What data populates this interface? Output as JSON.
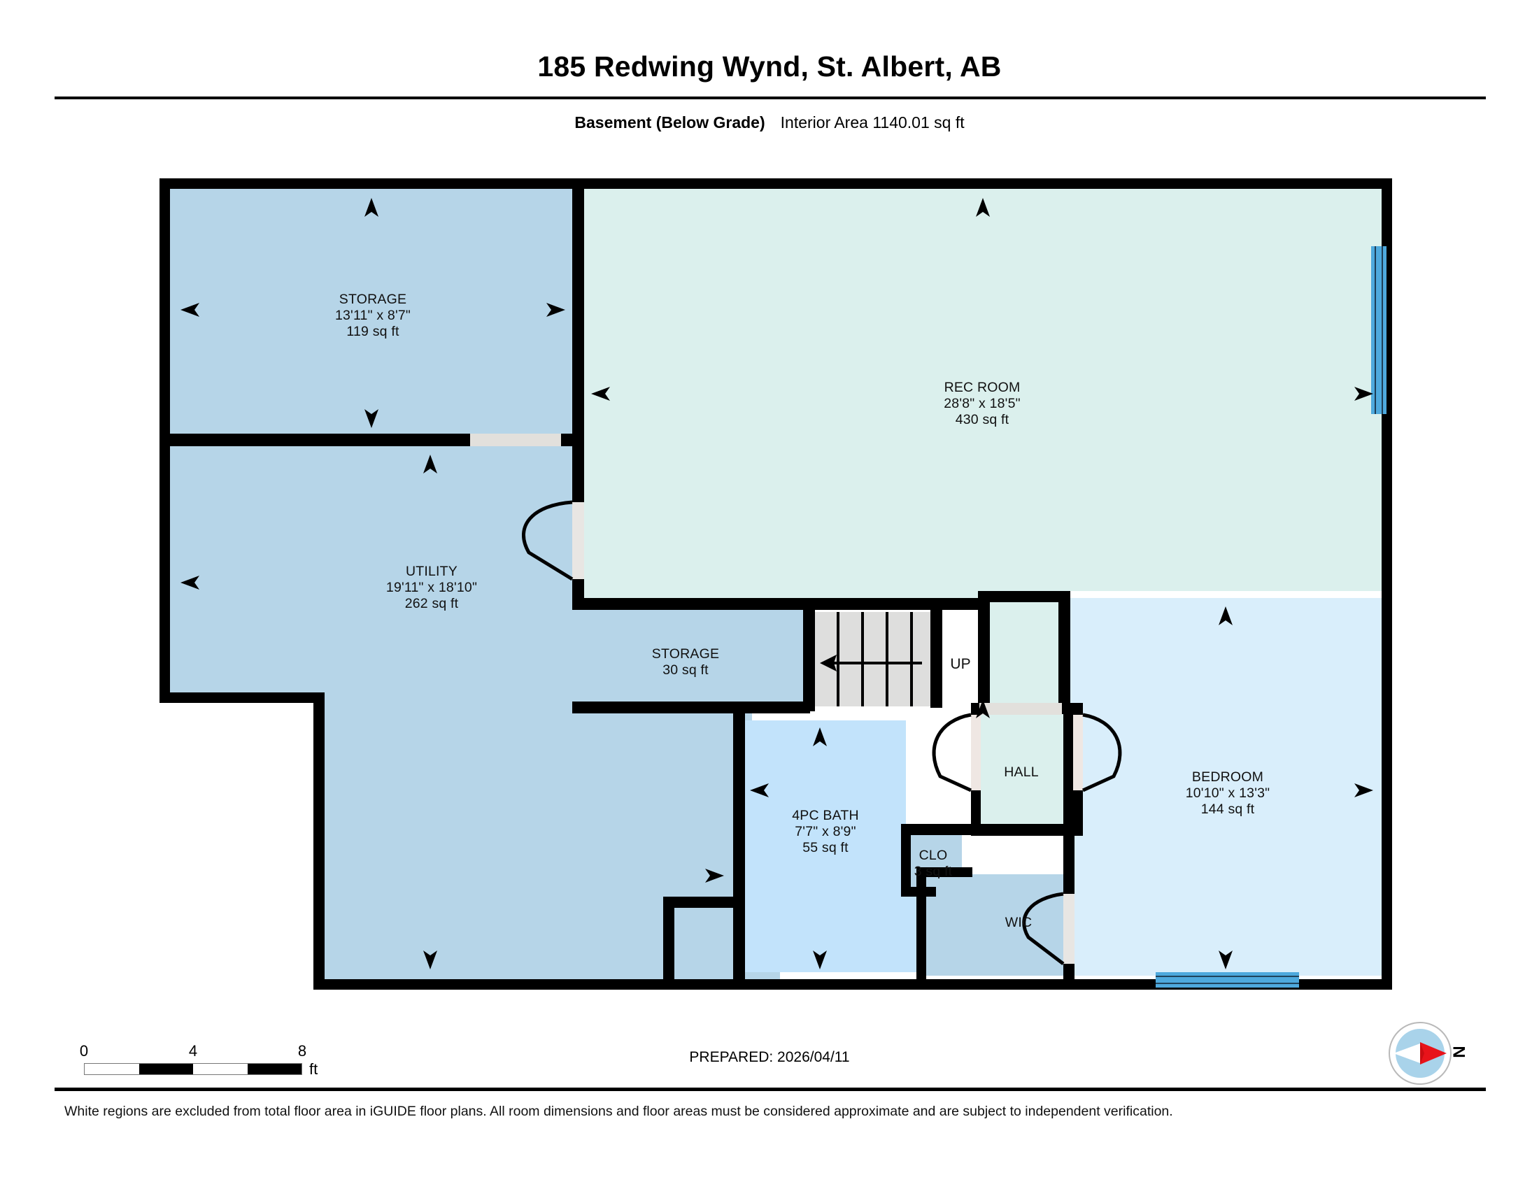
{
  "header": {
    "title": "185 Redwing Wynd, St. Albert, AB",
    "level_label": "Basement (Below Grade)",
    "interior_area": "Interior Area 1140.01 sq ft"
  },
  "footer": {
    "prepared": "PREPARED: 2026/04/11",
    "disclaimer": "White regions are excluded from total floor area in iGUIDE floor plans. All room dimensions and floor areas must be considered approximate and are subject to independent verification."
  },
  "scale": {
    "tick_0": "0",
    "tick_4": "4",
    "tick_8": "8",
    "unit": "ft"
  },
  "compass": {
    "north_label": "N"
  },
  "rooms": [
    {
      "key": "storage_upper",
      "name": "STORAGE",
      "dimensions": "13'11\" x 8'7\"",
      "area": "119 sq ft"
    },
    {
      "key": "rec_room",
      "name": "REC ROOM",
      "dimensions": "28'8\" x 18'5\"",
      "area": "430 sq ft"
    },
    {
      "key": "utility",
      "name": "UTILITY",
      "dimensions": "19'11\" x 18'10\"",
      "area": "262 sq ft"
    },
    {
      "key": "storage_small",
      "name": "STORAGE",
      "dimensions": "",
      "area": "30 sq ft"
    },
    {
      "key": "bedroom",
      "name": "BEDROOM",
      "dimensions": "10'10\" x 13'3\"",
      "area": "144 sq ft"
    },
    {
      "key": "bath",
      "name": "4PC BATH",
      "dimensions": "7'7\" x 8'9\"",
      "area": "55 sq ft"
    },
    {
      "key": "closet",
      "name": "CLO",
      "dimensions": "",
      "area": "3 sq ft"
    },
    {
      "key": "hall",
      "name": "HALL",
      "dimensions": "",
      "area": ""
    },
    {
      "key": "wic",
      "name": "WIC",
      "dimensions": "",
      "area": ""
    }
  ],
  "stairs": {
    "direction_label": "UP"
  },
  "colors": {
    "wall": "#000000",
    "room_blue": "#b6d5e8",
    "room_mint": "#dbf0ed",
    "room_pale_blue": "#d9eefb",
    "window": "#4ea9dd",
    "door_fill": "#e2e0dc",
    "stair_fill": "#dededd",
    "compass_needle": "#e8131a",
    "compass_disc": "#a9d3ea"
  }
}
